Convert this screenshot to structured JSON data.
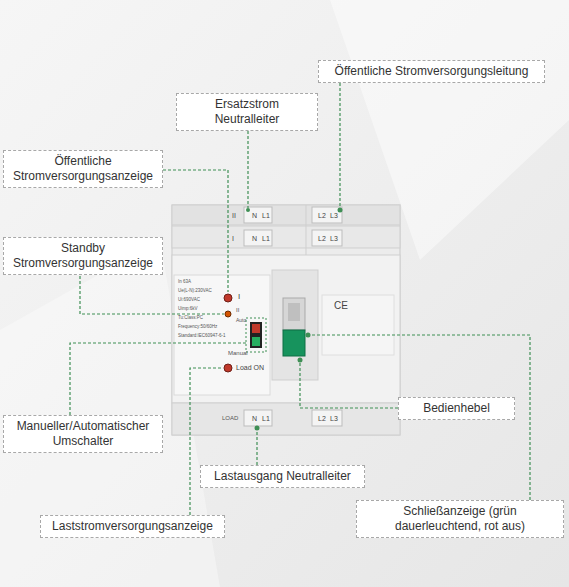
{
  "diagram": {
    "nodes": [
      {
        "text": [
          "Öffentliche Stromversorgungsleitung"
        ]
      },
      {
        "text": [
          "Ersatzstrom Neutralleiter"
        ]
      },
      {
        "text": [
          "Öffentliche Stromversorgungsanzeige"
        ]
      },
      {
        "text": [
          "Standby Stromversorgungsanzeige"
        ]
      },
      {
        "text": [
          "Bedienhebel"
        ]
      },
      {
        "text": [
          "Manueller/Automatischer Umschalter"
        ]
      },
      {
        "text": [
          "Lastausgang Neutralleiter"
        ]
      },
      {
        "text": [
          "Schließanzeige (grün dauerleuchtend, rot aus)"
        ]
      },
      {
        "text": [
          "Laststromversorgungsanzeige"
        ]
      }
    ],
    "labels": [
      "II",
      "N",
      "L1",
      "L2",
      "L3",
      "I",
      "N",
      "L1",
      "L2",
      "L3",
      "In 63A",
      "Ue(L-N):230VAC",
      "Ui:690VAC",
      "Uimp:6kV",
      "Tu:Class:PC",
      "Frequency:50/60Hz",
      "Standard:IEC60947-6-1",
      "I",
      "II",
      "Auto",
      "Manual",
      "Load ON",
      "CE",
      "LOAD",
      "N",
      "L1",
      "L2",
      "L3"
    ]
  }
}
